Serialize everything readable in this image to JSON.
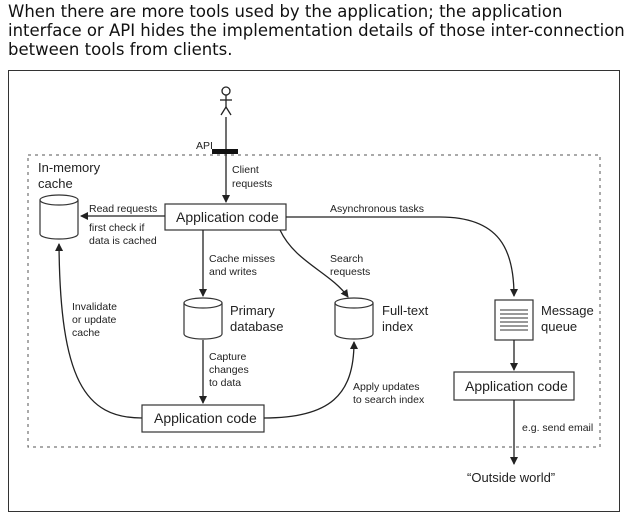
{
  "caption": "When there are more tools used by the application; the application interface or API hides the implementation details of those inter-connection between tools from clients.",
  "diagram": {
    "api": "API",
    "client_requests": [
      "Client",
      "requests"
    ],
    "in_memory_cache": [
      "In-memory",
      "cache"
    ],
    "read_requests": "Read requests",
    "first_check": [
      "first check if",
      "data is cached"
    ],
    "application_code": "Application code",
    "asynchronous_tasks": "Asynchronous tasks",
    "cache_misses": [
      "Cache misses",
      "and writes"
    ],
    "search_requests": [
      "Search",
      "requests"
    ],
    "invalidate": [
      "Invalidate",
      "or update",
      "cache"
    ],
    "primary_database": [
      "Primary",
      "database"
    ],
    "full_text_index": [
      "Full-text",
      "index"
    ],
    "message_queue": [
      "Message",
      "queue"
    ],
    "capture_changes": [
      "Capture",
      "changes",
      "to data"
    ],
    "apply_updates": [
      "Apply updates",
      "to search index"
    ],
    "application_code_bottom": "Application code",
    "application_code_right": "Application code",
    "send_email": "e.g. send email",
    "outside_world": "“Outside world”"
  }
}
